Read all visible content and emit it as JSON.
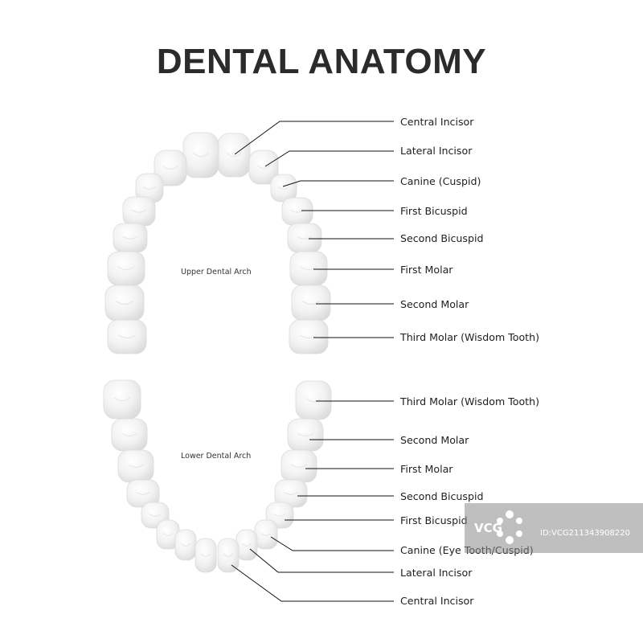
{
  "title": "DENTAL ANATOMY",
  "upper_arch": {
    "label": "Upper Dental Arch",
    "teeth": [
      "Central Incisor",
      "Lateral Incisor",
      "Canine (Cuspid)",
      "First Bicuspid",
      "Second Bicuspid",
      "First Molar",
      "Second Molar",
      "Third Molar (Wisdom Tooth)"
    ]
  },
  "lower_arch": {
    "label": "Lower Dental Arch",
    "teeth": [
      "Third Molar (Wisdom Tooth)",
      "Second Molar",
      "First Molar",
      "Second Bicuspid",
      "First Bicuspid",
      "Canine (Eye Tooth/Cuspid)",
      "Lateral Incisor",
      "Central Incisor"
    ]
  },
  "watermark": {
    "brand": "VCG",
    "id_text": "ID:VCG211343908220"
  }
}
